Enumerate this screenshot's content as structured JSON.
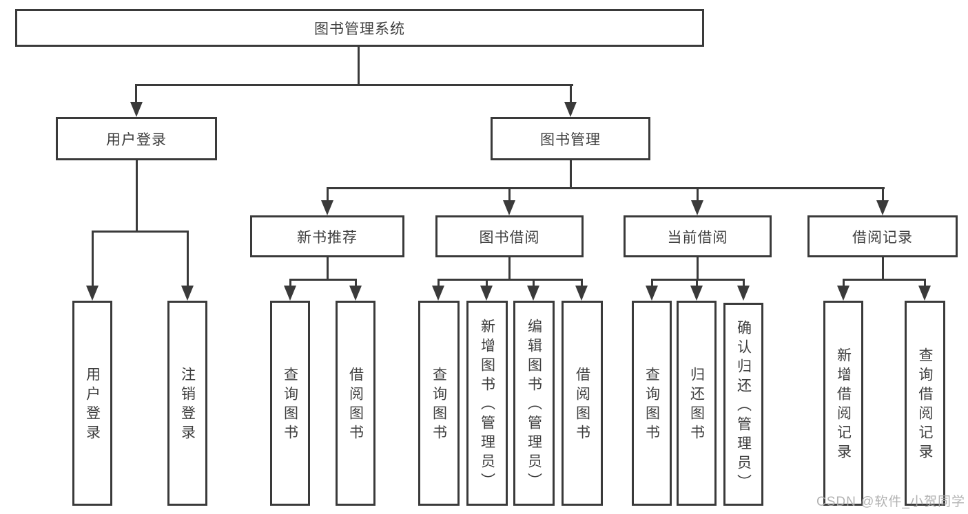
{
  "title": "图书管理系统",
  "level2": [
    "用户登录",
    "图书管理"
  ],
  "level3": [
    "新书推荐",
    "图书借阅",
    "当前借阅",
    "借阅记录"
  ],
  "level4": {
    "user_login": [
      "用户登录",
      "注销登录"
    ],
    "new_book": [
      "查询图书",
      "借阅图书"
    ],
    "book_borrow": [
      "查询图书",
      "新增图书（管理员）",
      "编辑图书（管理员）",
      "借阅图书"
    ],
    "current_borrow": [
      "查询图书",
      "归还图书",
      "确认归还（管理员）"
    ],
    "borrow_record": [
      "新增借阅记录",
      "查询借阅记录"
    ]
  },
  "watermark": "CSDN @软件_小贺同学",
  "colors": {
    "line": "#3a3a3a",
    "text": "#3e3e3e",
    "watermark": "#aaaaaa",
    "background": "#ffffff"
  }
}
